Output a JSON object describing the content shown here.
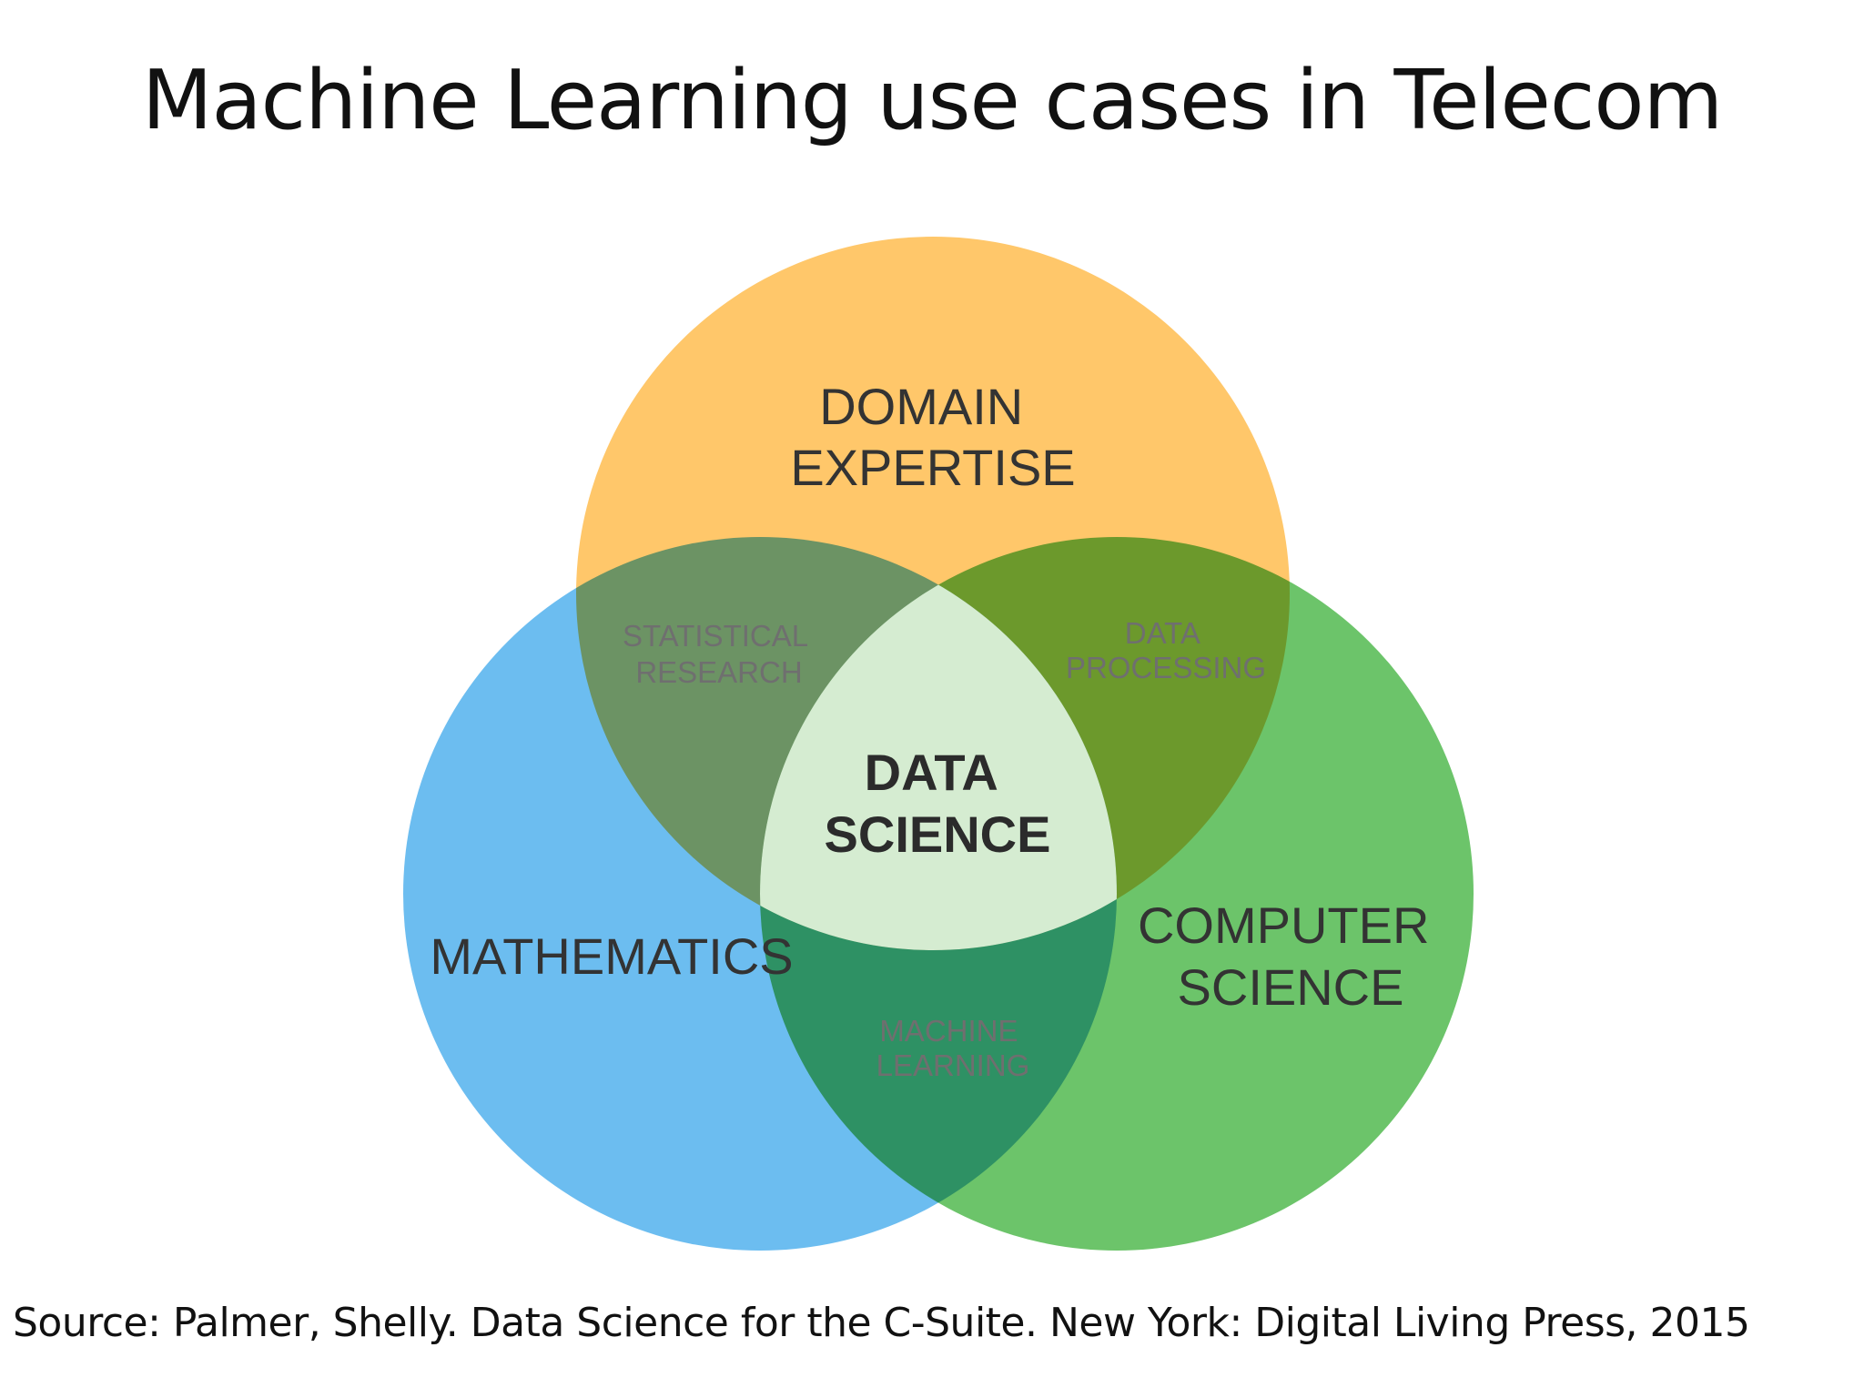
{
  "slide": {
    "title": "Machine Learning use cases in Telecom",
    "source": "Source: Palmer, Shelly. Data Science for the C-Suite. New York: Digital Living Press, 2015"
  },
  "colors": {
    "domain_expertise": "#FFC76A",
    "mathematics": "#6CBDF0",
    "computer_science": "#6CC46A",
    "center": "#D5ECD1",
    "large_text": "#333333",
    "small_text": "#6F6F6F",
    "center_text": "#2B2B2B"
  },
  "venn": {
    "sets": {
      "domain_expertise": [
        "DOMAIN",
        "EXPERTISE"
      ],
      "mathematics": [
        "MATHEMATICS"
      ],
      "computer_science": [
        "COMPUTER",
        "SCIENCE"
      ]
    },
    "intersections": {
      "statistical_research": [
        "STATISTICAL",
        "RESEARCH"
      ],
      "data_processing": [
        "DATA",
        "PROCESSING"
      ],
      "machine_learning": [
        "MACHINE",
        "LEARNING"
      ]
    },
    "center": [
      "DATA",
      "SCIENCE"
    ]
  }
}
